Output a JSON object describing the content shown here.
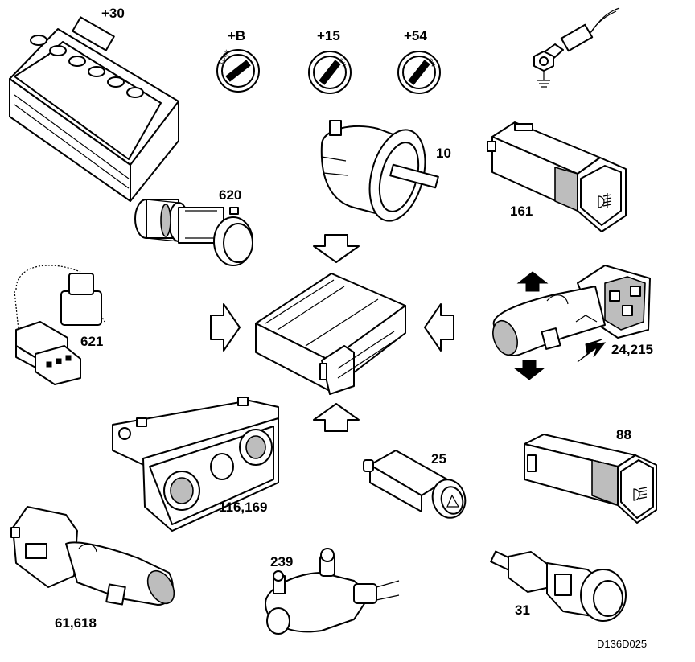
{
  "labels": {
    "battery": "+30",
    "switch_b": "+B",
    "switch_15": "+15",
    "switch_54": "+54",
    "light_switch": "10",
    "fog_switch_161": "161",
    "bulb_holder": "620",
    "harness_621": "621",
    "stalk_right": "24,215",
    "heater_panel": "116,169",
    "hazard_switch": "25",
    "fog_switch_88": "88",
    "wiper_motor": "239",
    "stalk_left": "61,618",
    "temp_sender": "31",
    "reference": "D136D025"
  },
  "switch_text": {
    "lock": "LOCK",
    "on": "ON"
  },
  "colors": {
    "line": "#000000",
    "background": "#ffffff",
    "shade": "#bdbdbd"
  }
}
